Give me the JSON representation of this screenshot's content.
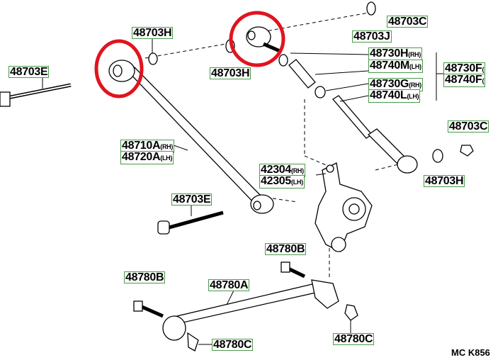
{
  "labels": {
    "l1": {
      "code": "48703H"
    },
    "l2": {
      "code": "48703E"
    },
    "l3": {
      "code": "48703C"
    },
    "l4": {
      "code": "48703J"
    },
    "l5": {
      "code": "48703H"
    },
    "l6": {
      "code": "48730H",
      "suffix": "(RH)"
    },
    "l7": {
      "code": "48740M",
      "suffix": "(LH)"
    },
    "l8": {
      "code": "48730F",
      "suffix": "("
    },
    "l9": {
      "code": "48740F",
      "suffix": "("
    },
    "l10": {
      "code": "48730G",
      "suffix": "(RH)"
    },
    "l11": {
      "code": "48740L",
      "suffix": "(LH)"
    },
    "l12": {
      "code": "48703C"
    },
    "l13": {
      "code": "48703H"
    },
    "l14": {
      "code": "48710A",
      "suffix": "(RH)"
    },
    "l15": {
      "code": "48720A",
      "suffix": "(LH)"
    },
    "l16": {
      "code": "42304",
      "suffix": "(RH)"
    },
    "l17": {
      "code": "42305",
      "suffix": "(LH)"
    },
    "l18": {
      "code": "48703E"
    },
    "l19": {
      "code": "48780B"
    },
    "l20": {
      "code": "48780B"
    },
    "l21": {
      "code": "48780A"
    },
    "l22": {
      "code": "48780C"
    },
    "l23": {
      "code": "48780C"
    }
  },
  "footer": "MC K856",
  "colors": {
    "highlight": "#e0141e",
    "label_border": "#4a9a4a"
  }
}
